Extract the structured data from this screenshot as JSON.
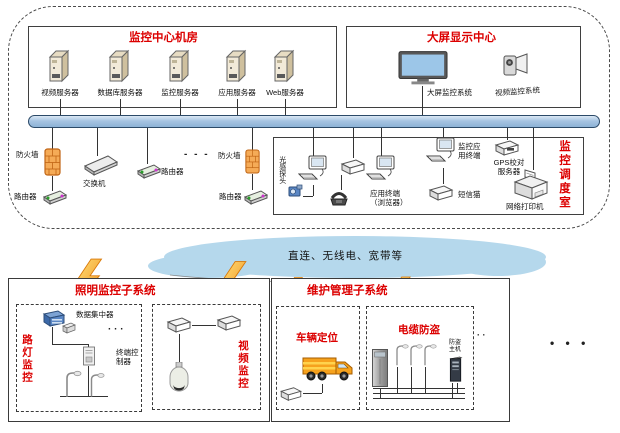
{
  "colors": {
    "accent_red": "#dc0000",
    "bus_fill": "#a6c4e2",
    "cloud_fill": "#b5d8ec",
    "lightning_orange": "#f08c1a",
    "firewall_orange": "#f5ab57"
  },
  "control_center": {
    "server_room": {
      "title": "监控中心机房",
      "servers": [
        "视频服务器",
        "数据库服务器",
        "监控服务器",
        "应用服务器",
        "Web服务器"
      ]
    },
    "display_center": {
      "title": "大屏显示中心",
      "screen_label": "大屏监控系统",
      "camera_label": "视频监控系统"
    },
    "edge_devices": {
      "firewall_left": "防火墙",
      "router_left": "路由器",
      "switch": "交换机",
      "router_mid": "路由器",
      "dots": "- - -",
      "firewall_right": "防火墙",
      "router_right": "路由器"
    },
    "dispatch_room": {
      "title": "监控调度室",
      "light_sensor": "光感探头",
      "app_terminal": "应用终端\n（浏览器）",
      "monitor_terminal": "监控应\n用终端",
      "gps_server": "GPS校对\n服务器",
      "sms_modem": "短信猫",
      "network_printer": "网络打印机"
    }
  },
  "cloud": {
    "label": "直连、无线电、宽带等"
  },
  "subsystems": {
    "lighting": {
      "title": "照明监控子系统",
      "lamp_group": {
        "title": "路灯监控",
        "concentrator": "数据集中器",
        "controller": "终端控\n制器",
        "dots": "· · ·"
      },
      "video_group": {
        "title": "视频监控"
      }
    },
    "maintenance": {
      "title": "维护管理子系统",
      "vehicle_group": {
        "title": "车辆定位"
      },
      "cable_group": {
        "title": "电缆防盗",
        "host": "防盗\n主机",
        "dots": "· ·"
      }
    },
    "more": "• • •"
  }
}
